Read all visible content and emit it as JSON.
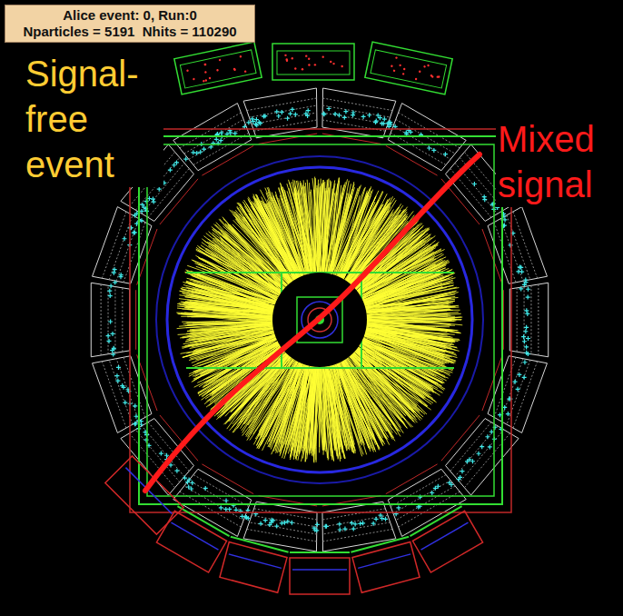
{
  "diagram": {
    "nodes": [
      {
        "text": [
          "Alice event: 0, Run:0",
          "Nparticles = 5191  Nhits = 110290"
        ]
      }
    ],
    "labels": [
      "Signal-free event",
      "Mixed signal"
    ]
  }
}
